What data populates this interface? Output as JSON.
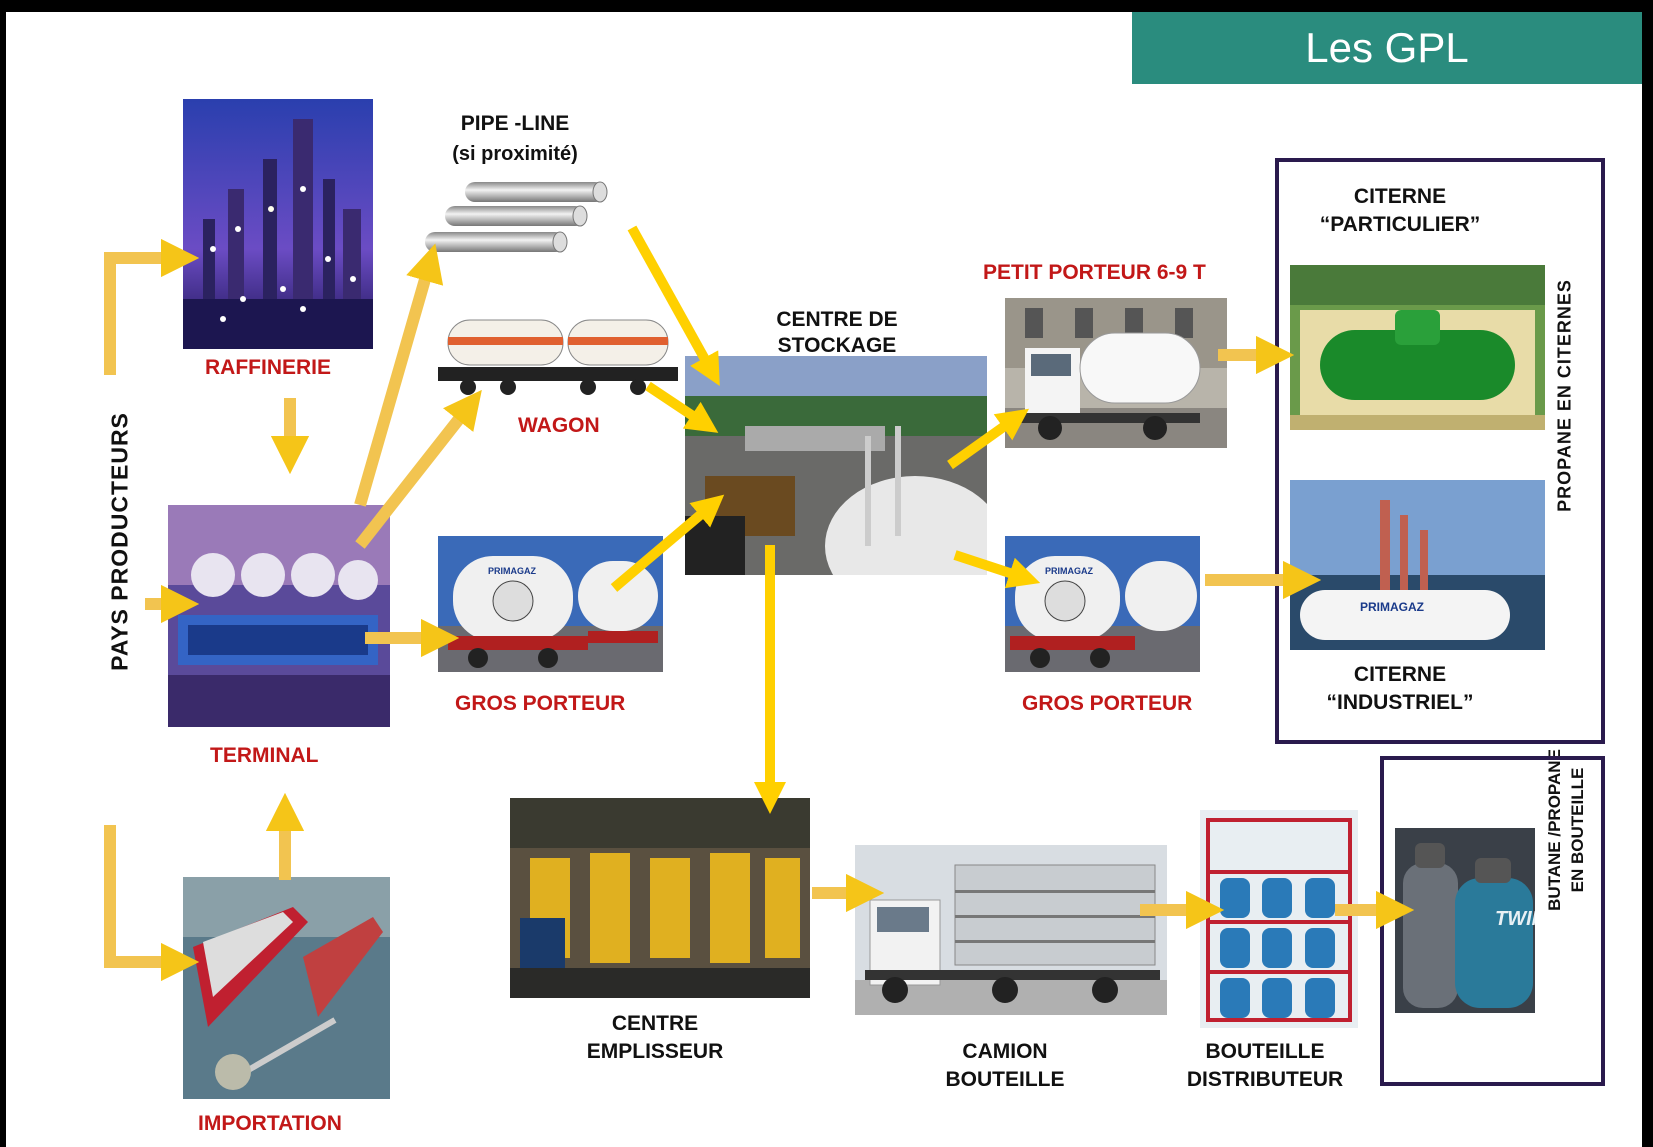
{
  "title": "Les GPL",
  "side_labels": {
    "producers": "PAYS PRODUCTEURS",
    "propane_tanks": "PROPANE EN CITERNES",
    "bottle_line1": "BUTANE /PROPANE",
    "bottle_line2": "EN BOUTEILLE"
  },
  "nodes": {
    "raffinerie": "RAFFINERIE",
    "terminal": "TERMINAL",
    "importation": "IMPORTATION",
    "pipeline_line1": "PIPE -LINE",
    "pipeline_line2": "(si proximité)",
    "wagon": "WAGON",
    "gros_porteur_1": "GROS PORTEUR",
    "centre_stockage_line1": "CENTRE DE",
    "centre_stockage_line2": "STOCKAGE",
    "petit_porteur": "PETIT PORTEUR 6-9 T",
    "gros_porteur_2": "GROS PORTEUR",
    "citerne_particulier_line1": "CITERNE",
    "citerne_particulier_line2": "“PARTICULIER”",
    "citerne_industriel_line1": "CITERNE",
    "citerne_industriel_line2": "“INDUSTRIEL”",
    "centre_emplisseur_line1": "CENTRE",
    "centre_emplisseur_line2": "EMPLISSEUR",
    "camion_bouteille_line1": "CAMION",
    "camion_bouteille_line2": "BOUTEILLE",
    "bouteille_distributeur_line1": "BOUTEILLE",
    "bouteille_distributeur_line2": "DISTRIBUTEUR"
  },
  "logos": {
    "primagaz": "PRIMAGAZ",
    "twin": "TWIN"
  },
  "colors": {
    "title_bg": "#2a8c7e",
    "arrow": "#f5c518",
    "label_red": "#c21818",
    "frame": "#2a1a4d"
  }
}
